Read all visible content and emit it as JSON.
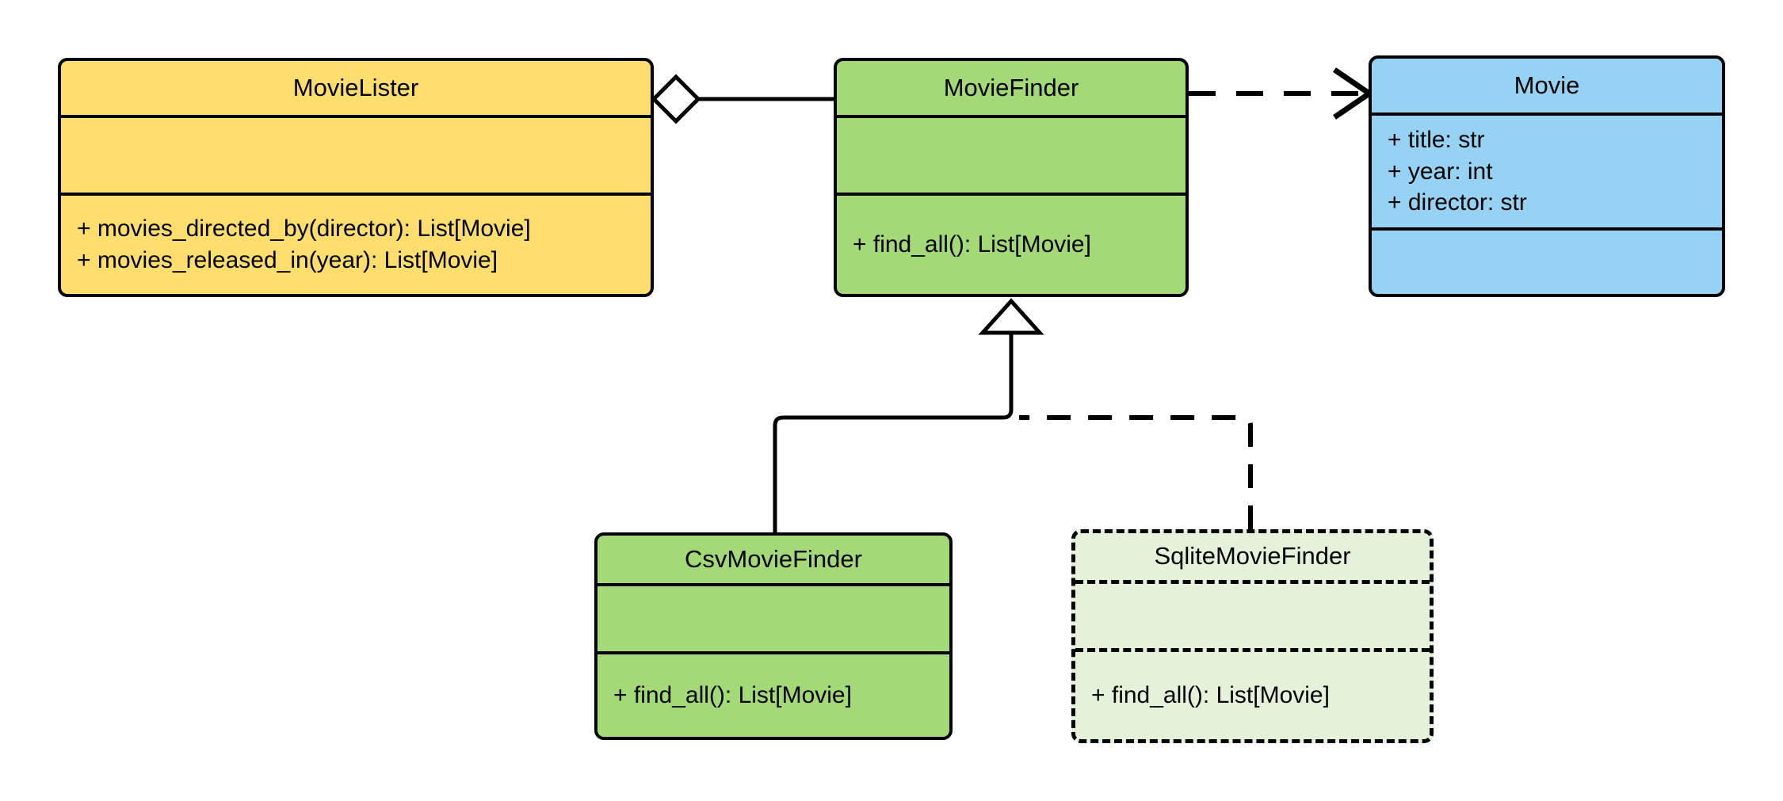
{
  "diagram": {
    "type": "uml-class-diagram",
    "title": "MovieLister dependency injection class diagram",
    "background": "#ffffff",
    "palette": {
      "yellow": "#FFDE6E",
      "green": "#A3D977",
      "blue": "#95D2F4",
      "light_green": "#E3F2D9",
      "stroke": "#000000"
    }
  },
  "classes": [
    {
      "id": "movie-lister",
      "name": "MovieLister",
      "fill": "#FFDE6E",
      "style": "solid",
      "attributes": [],
      "operations": [
        "+ movies_directed_by(director): List[Movie]",
        "+ movies_released_in(year): List[Movie]"
      ]
    },
    {
      "id": "movie-finder",
      "name": "MovieFinder",
      "fill": "#A3D977",
      "style": "solid",
      "attributes": [],
      "operations": [
        "+ find_all(): List[Movie]"
      ]
    },
    {
      "id": "movie",
      "name": "Movie",
      "fill": "#95D2F4",
      "style": "solid",
      "attributes": [
        "+ title: str",
        "+ year: int",
        "+ director: str"
      ],
      "operations": []
    },
    {
      "id": "csv-movie-finder",
      "name": "CsvMovieFinder",
      "fill": "#A3D977",
      "style": "solid",
      "attributes": [],
      "operations": [
        "+ find_all(): List[Movie]"
      ]
    },
    {
      "id": "sqlite-movie-finder",
      "name": "SqliteMovieFinder",
      "fill": "#E3F2D9",
      "style": "dashed",
      "attributes": [],
      "operations": [
        "+ find_all(): List[Movie]"
      ]
    }
  ],
  "relationships": [
    {
      "id": "lister-finder-aggregation",
      "kind": "aggregation",
      "from": "MovieLister",
      "to": "MovieFinder",
      "line": "solid",
      "end_marker": "hollow-diamond"
    },
    {
      "id": "finder-movie-dependency",
      "kind": "dependency",
      "from": "MovieFinder",
      "to": "Movie",
      "line": "dashed",
      "end_marker": "open-arrow"
    },
    {
      "id": "csv-finder-generalization",
      "kind": "generalization",
      "from": "CsvMovieFinder",
      "to": "MovieFinder",
      "line": "solid",
      "end_marker": "hollow-triangle"
    },
    {
      "id": "sqlite-finder-generalization",
      "kind": "generalization",
      "from": "SqliteMovieFinder",
      "to": "MovieFinder",
      "line": "dashed",
      "end_marker": "hollow-triangle"
    }
  ]
}
